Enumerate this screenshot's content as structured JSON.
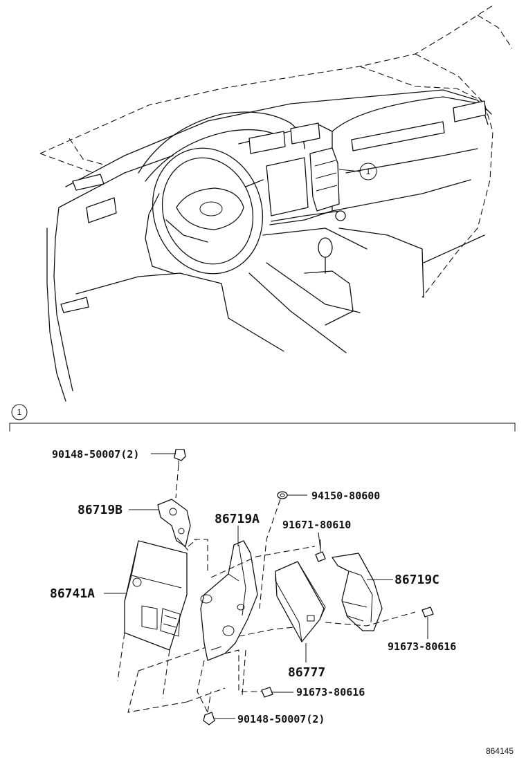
{
  "callout": {
    "number": "1"
  },
  "section": {
    "number": "1"
  },
  "parts": [
    {
      "id": "p1",
      "number": "90148-50007(2)"
    },
    {
      "id": "p2",
      "number": "86719B"
    },
    {
      "id": "p3",
      "number": "94150-80600"
    },
    {
      "id": "p4",
      "number": "86719A"
    },
    {
      "id": "p5",
      "number": "91671-80610"
    },
    {
      "id": "p6",
      "number": "86741A"
    },
    {
      "id": "p7",
      "number": "86719C"
    },
    {
      "id": "p8",
      "number": "91673-80616"
    },
    {
      "id": "p9",
      "number": "86777"
    },
    {
      "id": "p10",
      "number": "91673-80616"
    },
    {
      "id": "p11",
      "number": "90148-50007(2)"
    }
  ],
  "figure_id": "864145"
}
